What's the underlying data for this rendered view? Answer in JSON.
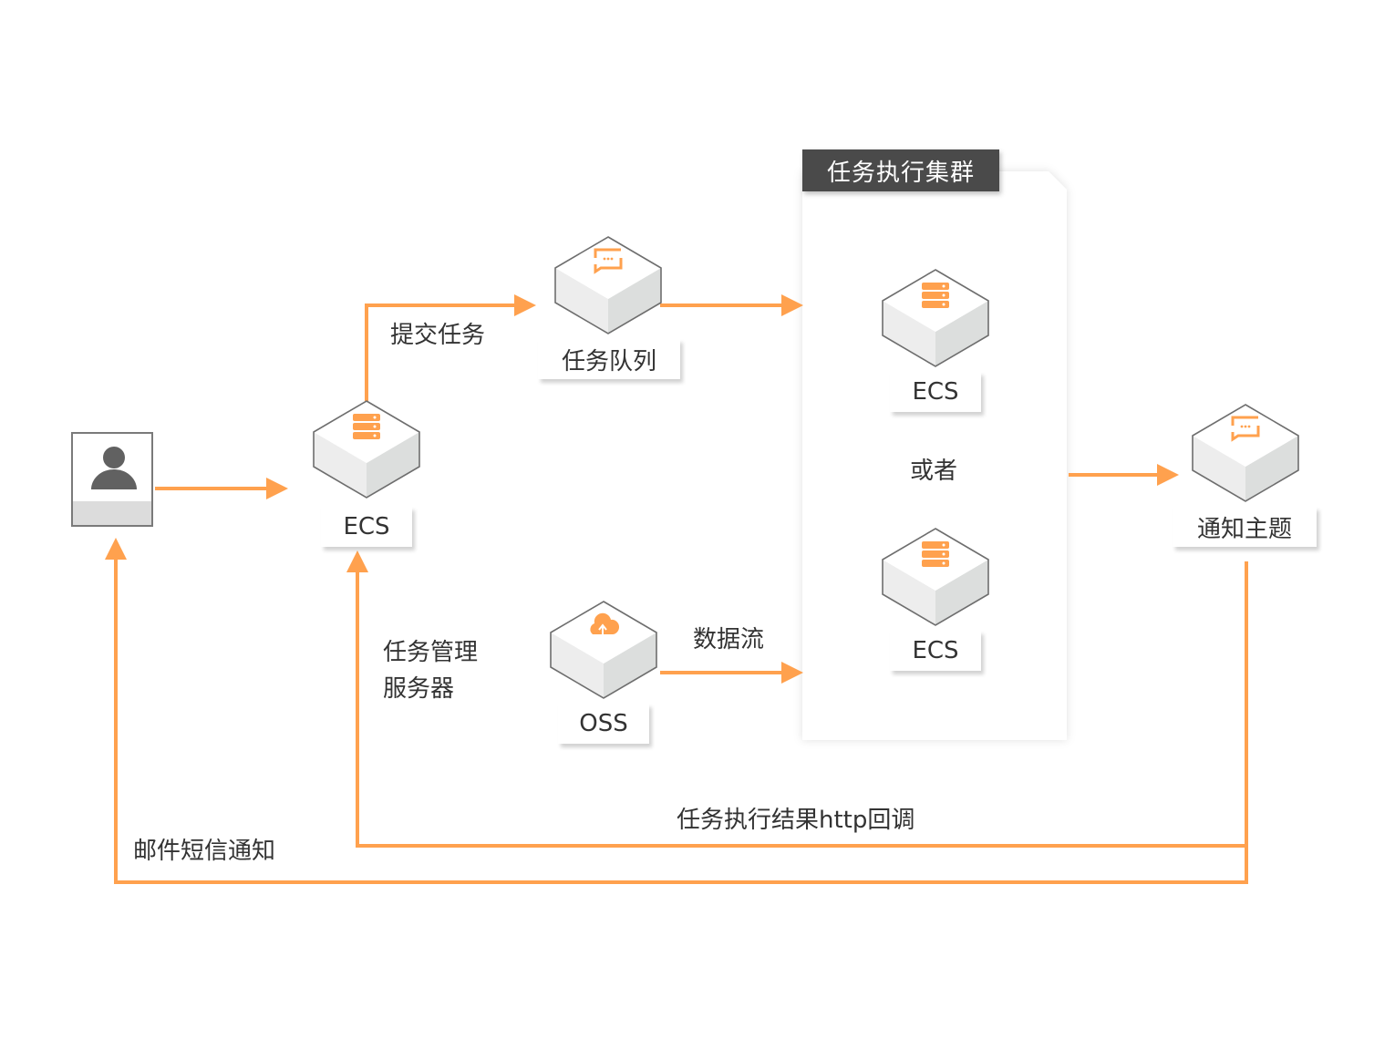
{
  "colors": {
    "arrow": "#FFA14E",
    "icon": "#FFA14E",
    "cube_edge": "#6e6e6e",
    "cube_top": "#ffffff",
    "cube_left": "#ededed",
    "cube_right": "#dcdedd",
    "title_bg": "#4a4a4a",
    "text": "#333333"
  },
  "nodes": {
    "user": {
      "icon": "user-icon"
    },
    "ecs_manager": {
      "label": "ECS",
      "icon": "server-icon"
    },
    "task_queue": {
      "label": "任务队列",
      "icon": "message-icon"
    },
    "oss": {
      "label": "OSS",
      "icon": "cloud-upload-icon"
    },
    "cluster": {
      "title": "任务执行集群",
      "ecs_top": {
        "label": "ECS",
        "icon": "server-icon"
      },
      "or_label": "或者",
      "ecs_bottom": {
        "label": "ECS",
        "icon": "server-icon"
      }
    },
    "notify_topic": {
      "label": "通知主题",
      "icon": "message-icon"
    }
  },
  "edges": {
    "submit_task": "提交任务",
    "task_manager_line1": "任务管理",
    "task_manager_line2": "服务器",
    "data_flow": "数据流",
    "http_callback": "任务执行结果http回调",
    "email_sms": "邮件短信通知"
  }
}
